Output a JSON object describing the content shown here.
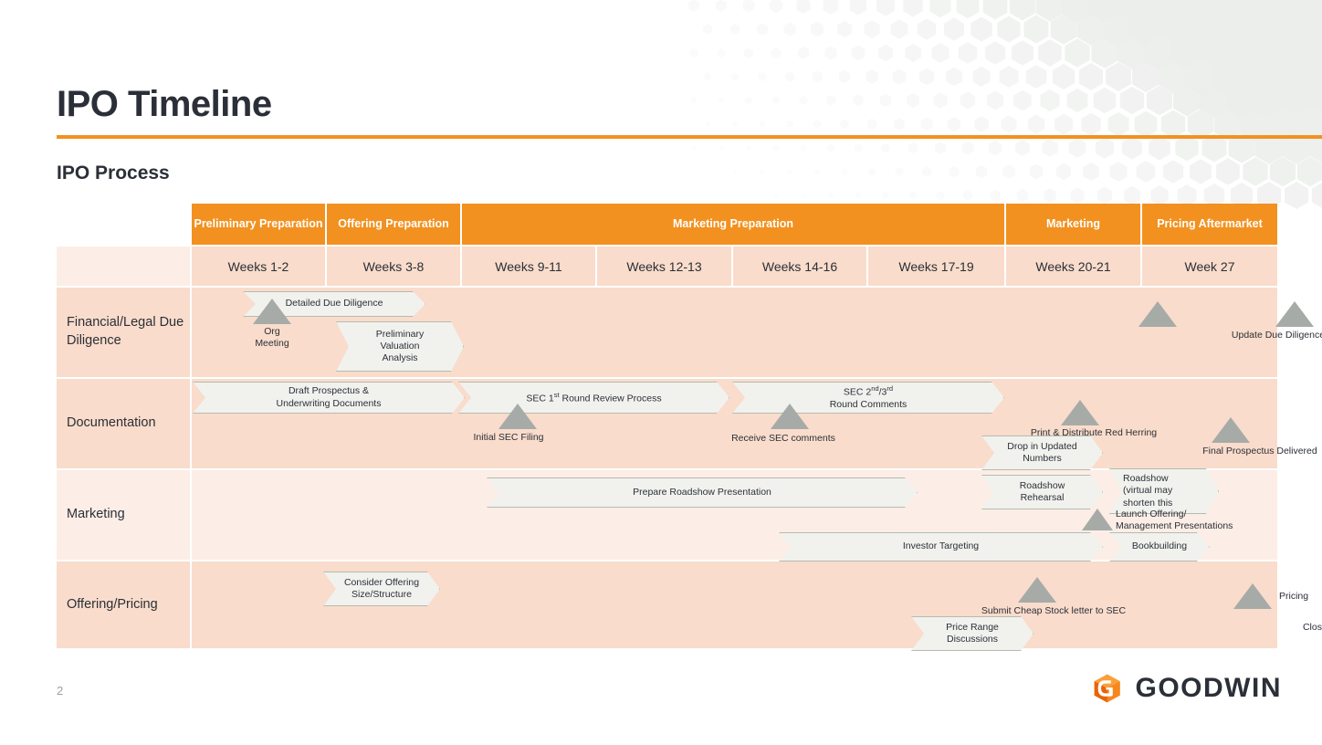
{
  "slide": {
    "title": "IPO Timeline",
    "subtitle": "IPO Process",
    "page_number": "2",
    "accent_color": "#F29120",
    "header_band_color": "#F29120",
    "row_shade_dark": "#F9DCCB",
    "row_shade_light": "#FCEEE6",
    "chevron_fill": "#F1F2EE",
    "chevron_border": "#B6BBB0",
    "milestone_color": "#A7ABA8"
  },
  "logo": {
    "wordmark": "GOODWIN",
    "mark_name": "goodwin-hexagon-g-logo"
  },
  "table": {
    "phase_headers": [
      {
        "label": "",
        "span": 1
      },
      {
        "label": "Preliminary Preparation",
        "span": 1
      },
      {
        "label": "Offering Preparation",
        "span": 1
      },
      {
        "label": "Marketing Preparation",
        "span": 4
      },
      {
        "label": "Marketing",
        "span": 1
      },
      {
        "label": "Pricing Aftermarket",
        "span": 1
      }
    ],
    "week_headers": [
      "",
      "Weeks 1-2",
      "Weeks 3-8",
      "Weeks 9-11",
      "Weeks 12-13",
      "Weeks 14-16",
      "Weeks 17-19",
      "Weeks 20-21",
      "Week 27"
    ],
    "row_labels": [
      "Financial/Legal Due Diligence",
      "Documentation",
      "Marketing",
      "Offering/Pricing"
    ]
  },
  "rows": {
    "due_diligence": {
      "label": "Financial/Legal Due Diligence",
      "bars": [
        {
          "text": "Detailed Due Diligence"
        },
        {
          "text": "Preliminary Valuation Analysis"
        }
      ],
      "milestones": [
        {
          "text": "Org Meeting"
        },
        {
          "text": "Update Due Diligence"
        }
      ]
    },
    "documentation": {
      "label": "Documentation",
      "bars": [
        {
          "text": "Draft Prospectus & Underwriting Documents"
        },
        {
          "text": "SEC 1st Round Review Process"
        },
        {
          "text": "SEC 2nd/3rd Round Comments"
        },
        {
          "text": "Drop in Updated Numbers"
        }
      ],
      "milestones": [
        {
          "text": "Initial SEC Filing"
        },
        {
          "text": "Receive SEC comments"
        },
        {
          "text": "Print & Distribute Red Herring"
        },
        {
          "text": "Final Prospectus  Delivered"
        }
      ]
    },
    "marketing": {
      "label": "Marketing",
      "bars": [
        {
          "text": "Prepare Roadshow Presentation"
        },
        {
          "text": "Roadshow Rehearsal"
        },
        {
          "text": "Roadshow (virtual may shorten this"
        },
        {
          "text": "Investor Targeting"
        },
        {
          "text": "Bookbuilding"
        }
      ],
      "milestones": [
        {
          "text": "Launch Offering/ Management Presentations"
        }
      ]
    },
    "offering_pricing": {
      "label": "Offering/Pricing",
      "bars": [
        {
          "text": "Consider Offering Size/Structure"
        },
        {
          "text": "Price Range Discussions"
        }
      ],
      "milestones": [
        {
          "text": "Submit Cheap Stock letter to SEC"
        },
        {
          "text": "Pricing"
        },
        {
          "text": "Closing"
        }
      ]
    }
  },
  "labels": {
    "detailed_due_diligence": "Detailed Due Diligence",
    "prelim_val_1": "Preliminary",
    "prelim_val_2": "Valuation",
    "prelim_val_3": "Analysis",
    "org_meeting_1": "Org",
    "org_meeting_2": "Meeting",
    "update_due_diligence": "Update Due Diligence",
    "draft_prospectus_1": "Draft Prospectus &",
    "draft_prospectus_2": "Underwriting Documents",
    "sec_first_pre": "SEC 1",
    "sec_first_sup": "st",
    "sec_first_post": " Round Review Process",
    "sec_second_pre": "SEC 2",
    "sec_second_sup1": "nd",
    "sec_second_mid": "/3",
    "sec_second_sup2": "rd",
    "sec_second_line2": "Round Comments",
    "initial_sec_filing": "Initial SEC Filing",
    "receive_sec_comments": "Receive SEC comments",
    "print_red_herring": "Print & Distribute Red Herring",
    "drop_updated_1": "Drop in Updated",
    "drop_updated_2": "Numbers",
    "final_prospectus": "Final Prospectus  Delivered",
    "prepare_roadshow": "Prepare Roadshow Presentation",
    "roadshow_rehearsal_1": "Roadshow",
    "roadshow_rehearsal_2": "Rehearsal",
    "roadshow_v1": "Roadshow",
    "roadshow_v2": "(virtual may",
    "roadshow_v3": "shorten this",
    "launch_offering_1": "Launch Offering/",
    "launch_offering_2": "Management Presentations",
    "investor_targeting": "Investor Targeting",
    "bookbuilding": "Bookbuilding",
    "consider_offering_1": "Consider Offering",
    "consider_offering_2": "Size/Structure",
    "submit_cheap_stock": "Submit Cheap Stock letter to SEC",
    "price_range_1": "Price Range",
    "price_range_2": "Discussions",
    "pricing": "Pricing",
    "closing": "Closing"
  }
}
